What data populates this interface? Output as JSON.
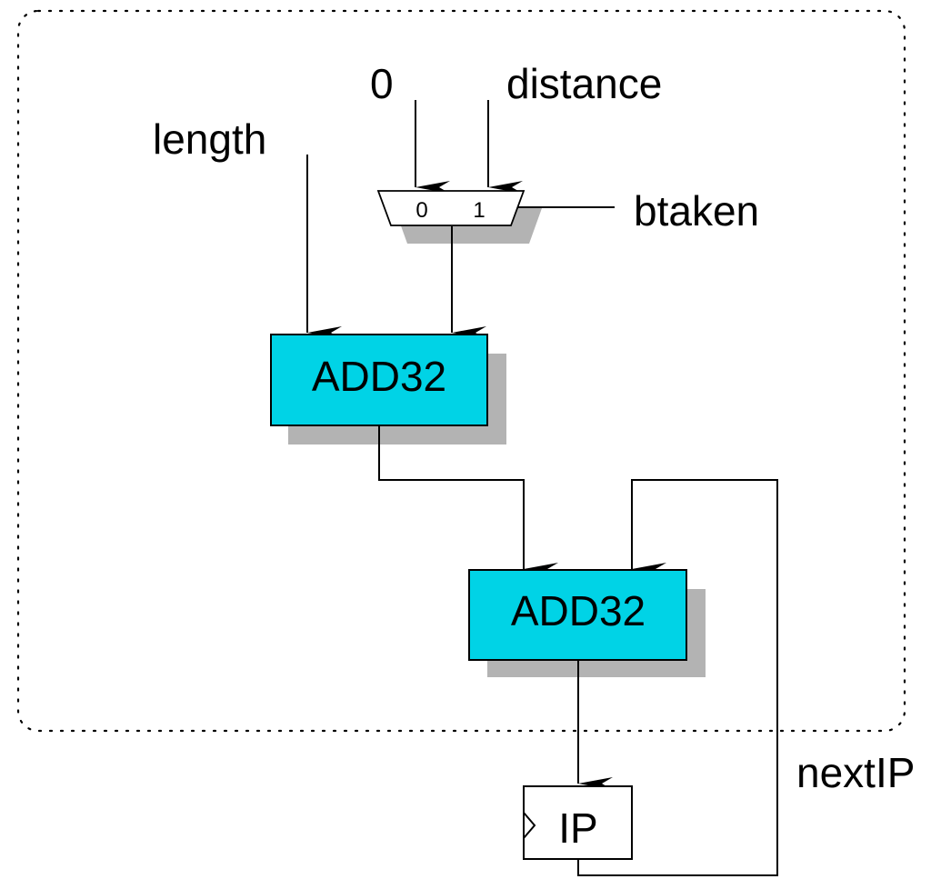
{
  "inputs": {
    "zero": "0",
    "distance": "distance",
    "length": "length",
    "btaken": "btaken"
  },
  "mux": {
    "input0": "0",
    "input1": "1"
  },
  "adders": {
    "first": "ADD32",
    "second": "ADD32"
  },
  "register": {
    "label": "IP"
  },
  "feedback": {
    "label": "nextIP"
  },
  "colors": {
    "adder_fill": "#00d3e6",
    "shadow": "#b3b3b3"
  }
}
